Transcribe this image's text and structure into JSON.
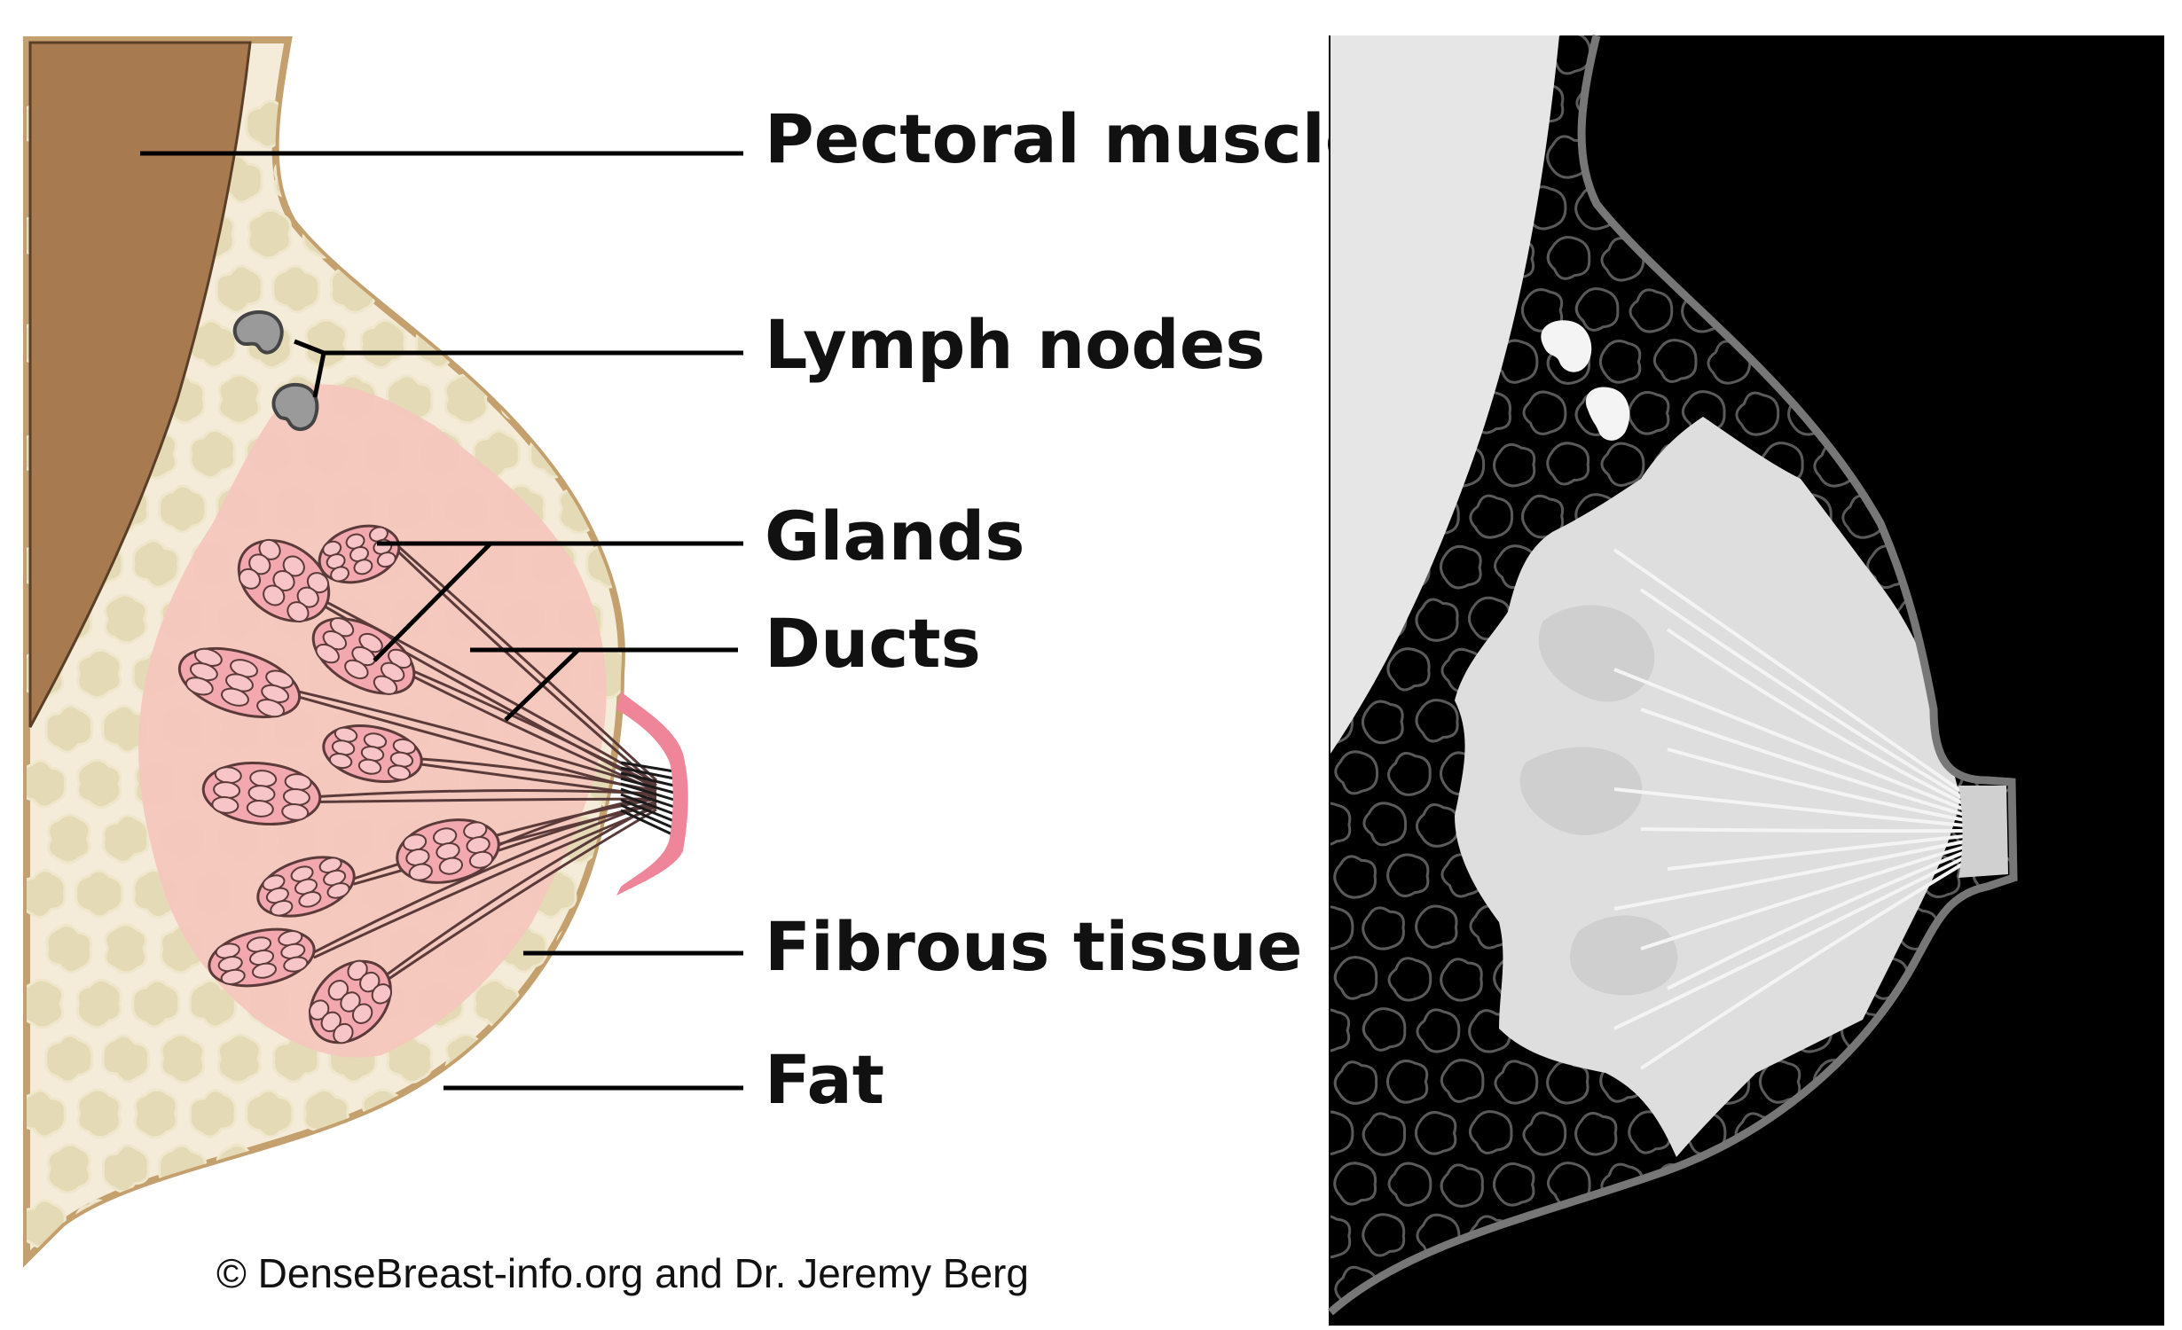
{
  "labels": {
    "pectoral_muscle": "Pectoral muscle",
    "lymph_nodes": "Lymph nodes",
    "glands": "Glands",
    "ducts": "Ducts",
    "fibrous_tissue": "Fibrous tissue",
    "fat": "Fat"
  },
  "credit": "© DenseBreast-info.org and Dr. Jeremy Berg",
  "colors": {
    "muscle": "#a77a50",
    "skin_outline": "#c4a06e",
    "skin_fill": "#f4ecd9",
    "fat_lobules": "#e4dbb6",
    "fibrous": "#f5c7be",
    "gland": "#f2a8ae",
    "nipple": "#ef8599",
    "lymph_node": "#9a9a9a",
    "mammo_background": "#000000",
    "mammo_dense": "#dedede",
    "mammo_muscle": "#e6e6e6"
  }
}
